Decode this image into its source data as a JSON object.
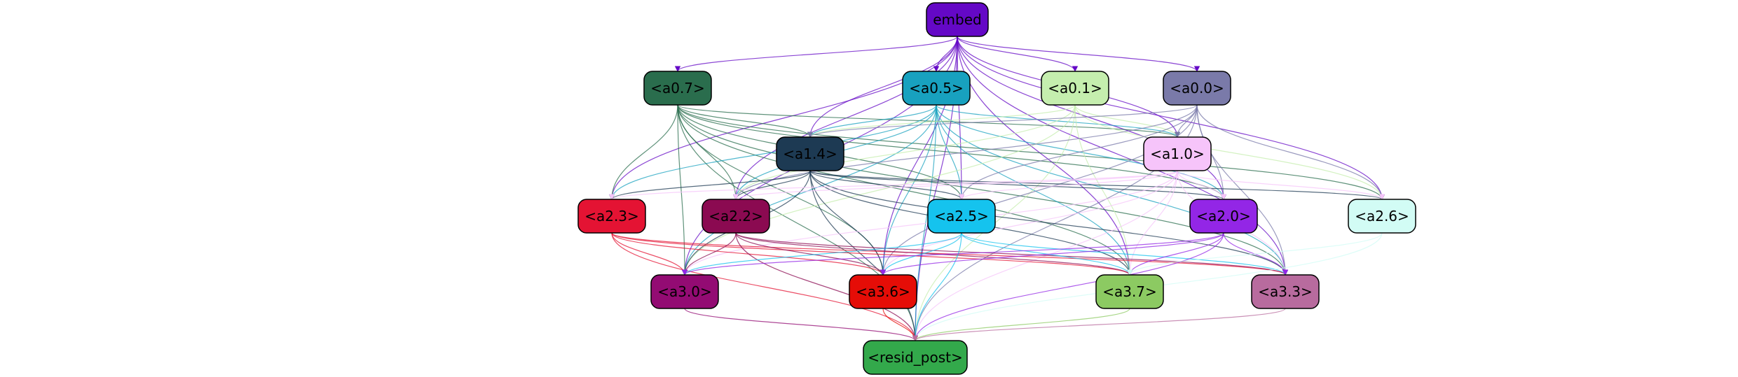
{
  "nodes": [
    {
      "id": "embed",
      "label": "embed",
      "fill": "#6408c6",
      "text": "#000000"
    },
    {
      "id": "a07",
      "label": "<a0.7>",
      "fill": "#2a6d4d",
      "text": "#000000"
    },
    {
      "id": "a05",
      "label": "<a0.5>",
      "fill": "#18a1bf",
      "text": "#000000"
    },
    {
      "id": "a01",
      "label": "<a0.1>",
      "fill": "#c5eeae",
      "text": "#000000"
    },
    {
      "id": "a00",
      "label": "<a0.0>",
      "fill": "#7a7aa9",
      "text": "#000000"
    },
    {
      "id": "a14",
      "label": "<a1.4>",
      "fill": "#1d3a53",
      "text": "#000000"
    },
    {
      "id": "a10",
      "label": "<a1.0>",
      "fill": "#f6c4fa",
      "text": "#000000"
    },
    {
      "id": "a23",
      "label": "<a2.3>",
      "fill": "#e41333",
      "text": "#000000"
    },
    {
      "id": "a22",
      "label": "<a2.2>",
      "fill": "#8b0a51",
      "text": "#000000"
    },
    {
      "id": "a25",
      "label": "<a2.5>",
      "fill": "#15c3ee",
      "text": "#000000"
    },
    {
      "id": "a20",
      "label": "<a2.0>",
      "fill": "#9326e6",
      "text": "#000000"
    },
    {
      "id": "a26",
      "label": "<a2.6>",
      "fill": "#d2fcf5",
      "text": "#000000"
    },
    {
      "id": "a30",
      "label": "<a3.0>",
      "fill": "#930b73",
      "text": "#000000"
    },
    {
      "id": "a36",
      "label": "<a3.6>",
      "fill": "#e50d07",
      "text": "#000000"
    },
    {
      "id": "a37",
      "label": "<a3.7>",
      "fill": "#8cca62",
      "text": "#000000"
    },
    {
      "id": "a33",
      "label": "<a3.3>",
      "fill": "#b86b9e",
      "text": "#000000"
    },
    {
      "id": "resid",
      "label": "<resid_post>",
      "fill": "#33a94b",
      "text": "#000000"
    }
  ],
  "edges": [
    {
      "from": "embed",
      "to": "a07",
      "color": "#6408c6"
    },
    {
      "from": "embed",
      "to": "a05",
      "color": "#6408c6"
    },
    {
      "from": "embed",
      "to": "a01",
      "color": "#6408c6"
    },
    {
      "from": "embed",
      "to": "a00",
      "color": "#6408c6"
    },
    {
      "from": "embed",
      "to": "a14",
      "color": "#6408c6"
    },
    {
      "from": "embed",
      "to": "a10",
      "color": "#6408c6"
    },
    {
      "from": "embed",
      "to": "a23",
      "color": "#6408c6"
    },
    {
      "from": "embed",
      "to": "a22",
      "color": "#6408c6"
    },
    {
      "from": "embed",
      "to": "a25",
      "color": "#6408c6"
    },
    {
      "from": "embed",
      "to": "a20",
      "color": "#6408c6"
    },
    {
      "from": "embed",
      "to": "a26",
      "color": "#6408c6"
    },
    {
      "from": "embed",
      "to": "a30",
      "color": "#6408c6"
    },
    {
      "from": "embed",
      "to": "a36",
      "color": "#6408c6"
    },
    {
      "from": "embed",
      "to": "a37",
      "color": "#6408c6"
    },
    {
      "from": "embed",
      "to": "a33",
      "color": "#6408c6"
    },
    {
      "from": "embed",
      "to": "resid",
      "color": "#6408c6"
    },
    {
      "from": "a07",
      "to": "a14",
      "color": "#2a6d4d"
    },
    {
      "from": "a07",
      "to": "a10",
      "color": "#2a6d4d"
    },
    {
      "from": "a07",
      "to": "a23",
      "color": "#2a6d4d"
    },
    {
      "from": "a07",
      "to": "a22",
      "color": "#2a6d4d"
    },
    {
      "from": "a07",
      "to": "a25",
      "color": "#2a6d4d"
    },
    {
      "from": "a07",
      "to": "a20",
      "color": "#2a6d4d"
    },
    {
      "from": "a07",
      "to": "a26",
      "color": "#2a6d4d"
    },
    {
      "from": "a07",
      "to": "a30",
      "color": "#2a6d4d"
    },
    {
      "from": "a07",
      "to": "a36",
      "color": "#2a6d4d"
    },
    {
      "from": "a07",
      "to": "a37",
      "color": "#2a6d4d"
    },
    {
      "from": "a07",
      "to": "a33",
      "color": "#2a6d4d"
    },
    {
      "from": "a07",
      "to": "resid",
      "color": "#2a6d4d"
    },
    {
      "from": "a05",
      "to": "a14",
      "color": "#18a1bf"
    },
    {
      "from": "a05",
      "to": "a10",
      "color": "#18a1bf"
    },
    {
      "from": "a05",
      "to": "a23",
      "color": "#18a1bf"
    },
    {
      "from": "a05",
      "to": "a22",
      "color": "#18a1bf"
    },
    {
      "from": "a05",
      "to": "a25",
      "color": "#18a1bf"
    },
    {
      "from": "a05",
      "to": "a20",
      "color": "#18a1bf"
    },
    {
      "from": "a05",
      "to": "a30",
      "color": "#18a1bf"
    },
    {
      "from": "a05",
      "to": "a36",
      "color": "#18a1bf"
    },
    {
      "from": "a05",
      "to": "a37",
      "color": "#18a1bf"
    },
    {
      "from": "a05",
      "to": "a33",
      "color": "#18a1bf"
    },
    {
      "from": "a05",
      "to": "resid",
      "color": "#18a1bf"
    },
    {
      "from": "a01",
      "to": "a14",
      "color": "#c5eeae"
    },
    {
      "from": "a01",
      "to": "a10",
      "color": "#c5eeae"
    },
    {
      "from": "a01",
      "to": "a22",
      "color": "#c5eeae"
    },
    {
      "from": "a01",
      "to": "a26",
      "color": "#c5eeae"
    },
    {
      "from": "a01",
      "to": "a30",
      "color": "#c5eeae"
    },
    {
      "from": "a01",
      "to": "a37",
      "color": "#c5eeae"
    },
    {
      "from": "a01",
      "to": "resid",
      "color": "#c5eeae"
    },
    {
      "from": "a00",
      "to": "a14",
      "color": "#7a7aa9"
    },
    {
      "from": "a00",
      "to": "a10",
      "color": "#7a7aa9"
    },
    {
      "from": "a00",
      "to": "a22",
      "color": "#7a7aa9"
    },
    {
      "from": "a00",
      "to": "a25",
      "color": "#7a7aa9"
    },
    {
      "from": "a00",
      "to": "a20",
      "color": "#7a7aa9"
    },
    {
      "from": "a00",
      "to": "a26",
      "color": "#7a7aa9"
    },
    {
      "from": "a00",
      "to": "a36",
      "color": "#7a7aa9"
    },
    {
      "from": "a00",
      "to": "a33",
      "color": "#7a7aa9"
    },
    {
      "from": "a00",
      "to": "resid",
      "color": "#7a7aa9"
    },
    {
      "from": "a14",
      "to": "a23",
      "color": "#1d3a53"
    },
    {
      "from": "a14",
      "to": "a22",
      "color": "#1d3a53"
    },
    {
      "from": "a14",
      "to": "a25",
      "color": "#1d3a53"
    },
    {
      "from": "a14",
      "to": "a20",
      "color": "#1d3a53"
    },
    {
      "from": "a14",
      "to": "a26",
      "color": "#1d3a53"
    },
    {
      "from": "a14",
      "to": "a30",
      "color": "#1d3a53"
    },
    {
      "from": "a14",
      "to": "a36",
      "color": "#1d3a53"
    },
    {
      "from": "a14",
      "to": "a37",
      "color": "#1d3a53"
    },
    {
      "from": "a14",
      "to": "a33",
      "color": "#1d3a53"
    },
    {
      "from": "a14",
      "to": "resid",
      "color": "#1d3a53"
    },
    {
      "from": "a10",
      "to": "a23",
      "color": "#f6c4fa"
    },
    {
      "from": "a10",
      "to": "a22",
      "color": "#f6c4fa"
    },
    {
      "from": "a10",
      "to": "a25",
      "color": "#f6c4fa"
    },
    {
      "from": "a10",
      "to": "a20",
      "color": "#f6c4fa"
    },
    {
      "from": "a10",
      "to": "a26",
      "color": "#f6c4fa"
    },
    {
      "from": "a10",
      "to": "a30",
      "color": "#f6c4fa"
    },
    {
      "from": "a10",
      "to": "a36",
      "color": "#f6c4fa"
    },
    {
      "from": "a10",
      "to": "a37",
      "color": "#f6c4fa"
    },
    {
      "from": "a10",
      "to": "a33",
      "color": "#f6c4fa"
    },
    {
      "from": "a10",
      "to": "resid",
      "color": "#f6c4fa"
    },
    {
      "from": "a23",
      "to": "a30",
      "color": "#e41333"
    },
    {
      "from": "a23",
      "to": "a36",
      "color": "#e41333"
    },
    {
      "from": "a23",
      "to": "a37",
      "color": "#e41333"
    },
    {
      "from": "a23",
      "to": "a33",
      "color": "#e41333"
    },
    {
      "from": "a23",
      "to": "resid",
      "color": "#e41333"
    },
    {
      "from": "a22",
      "to": "a30",
      "color": "#8b0a51"
    },
    {
      "from": "a22",
      "to": "a36",
      "color": "#8b0a51"
    },
    {
      "from": "a22",
      "to": "a37",
      "color": "#8b0a51"
    },
    {
      "from": "a22",
      "to": "a33",
      "color": "#8b0a51"
    },
    {
      "from": "a22",
      "to": "resid",
      "color": "#8b0a51"
    },
    {
      "from": "a25",
      "to": "a30",
      "color": "#15c3ee"
    },
    {
      "from": "a25",
      "to": "a36",
      "color": "#15c3ee"
    },
    {
      "from": "a25",
      "to": "a37",
      "color": "#15c3ee"
    },
    {
      "from": "a25",
      "to": "a33",
      "color": "#15c3ee"
    },
    {
      "from": "a25",
      "to": "resid",
      "color": "#15c3ee"
    },
    {
      "from": "a20",
      "to": "a30",
      "color": "#9326e6"
    },
    {
      "from": "a20",
      "to": "a36",
      "color": "#9326e6"
    },
    {
      "from": "a20",
      "to": "a37",
      "color": "#9326e6"
    },
    {
      "from": "a20",
      "to": "a33",
      "color": "#9326e6"
    },
    {
      "from": "a20",
      "to": "resid",
      "color": "#9326e6"
    },
    {
      "from": "a26",
      "to": "a37",
      "color": "#d2fcf5"
    },
    {
      "from": "a26",
      "to": "resid",
      "color": "#d2fcf5"
    },
    {
      "from": "a30",
      "to": "resid",
      "color": "#930b73"
    },
    {
      "from": "a36",
      "to": "resid",
      "color": "#e50d07"
    },
    {
      "from": "a37",
      "to": "resid",
      "color": "#8cca62"
    },
    {
      "from": "a33",
      "to": "resid",
      "color": "#b86b9e"
    }
  ]
}
